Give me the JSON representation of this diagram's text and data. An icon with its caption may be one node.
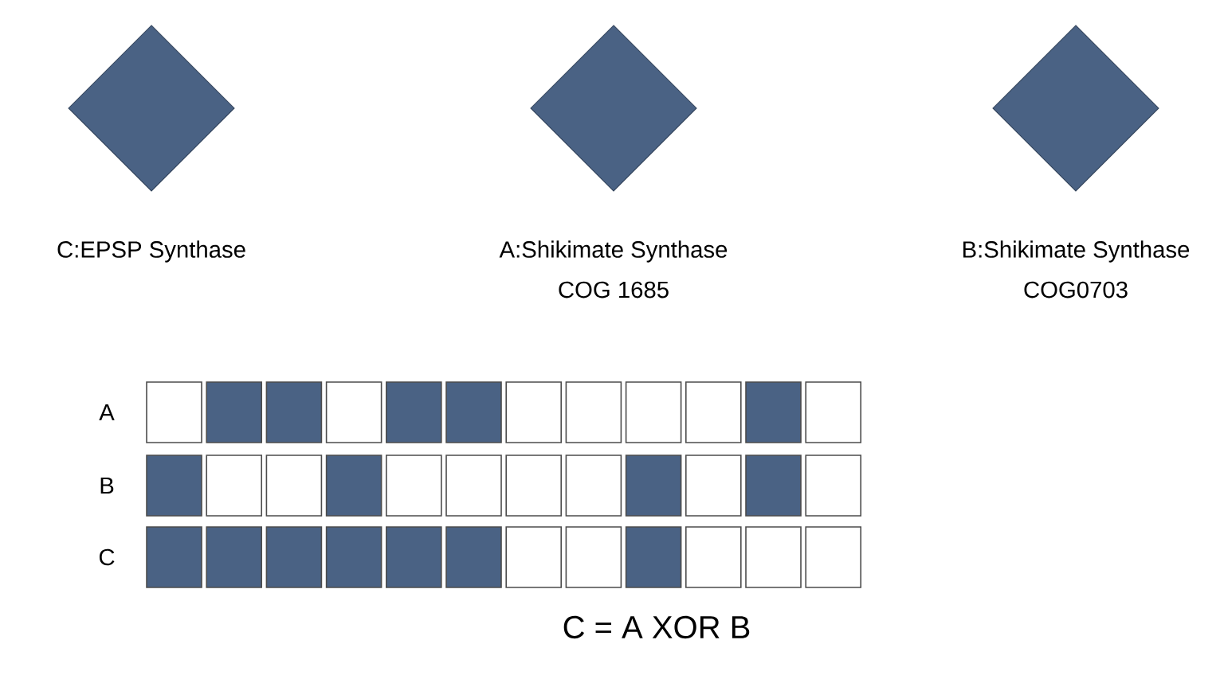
{
  "diagram": {
    "nodes": [
      {
        "text": [
          "C:EPSP Synthase"
        ]
      },
      {
        "text": [
          "A:Shikimate Synthase",
          "COG 1685"
        ]
      },
      {
        "text": [
          "B:Shikimate Synthase",
          "COG0703"
        ]
      }
    ],
    "labels": [
      "A",
      "B",
      "C",
      "C = A XOR B"
    ]
  }
}
